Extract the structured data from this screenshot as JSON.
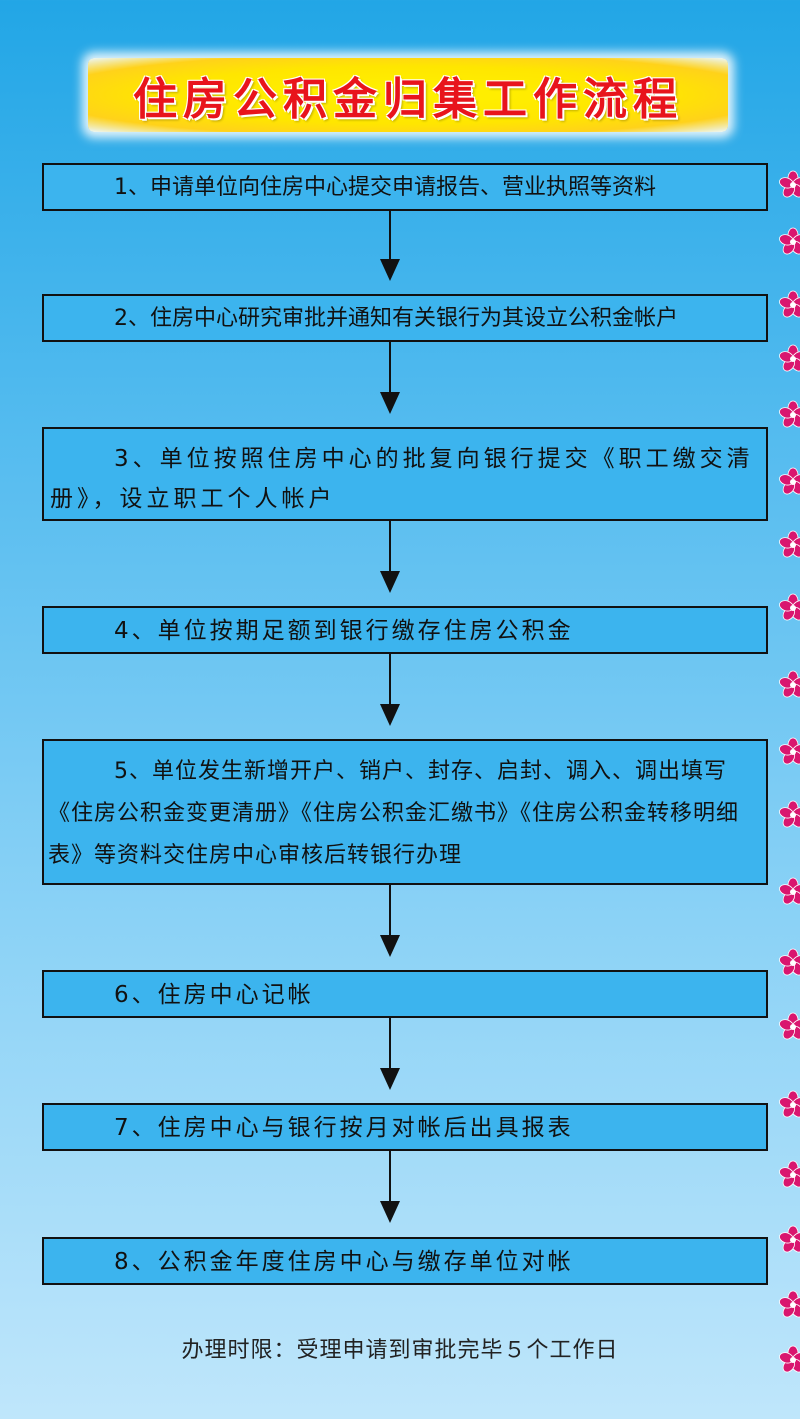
{
  "title": "住房公积金归集工作流程",
  "steps": [
    {
      "text": "1、申请单位向住房中心提交申请报告、营业执照等资料"
    },
    {
      "text": "2、住房中心研究审批并通知有关银行为其设立公积金帐户"
    },
    {
      "text": "3、单位按照住房中心的批复向银行提交《职工缴交清册》，设立职工个人帐户"
    },
    {
      "text": "4、单位按期足额到银行缴存住房公积金"
    },
    {
      "text": "5、单位发生新增开户、销户、封存、启封、调入、调出填写《住房公积金变更清册》《住房公积金汇缴书》《住房公积金转移明细表》等资料交住房中心审核后转银行办理"
    },
    {
      "text": "6、住房中心记帐"
    },
    {
      "text": "7、住房中心与银行按月对帐后出具报表"
    },
    {
      "text": "8、公积金年度住房中心与缴存单位对帐"
    }
  ],
  "footer": "办理时限：受理申请到审批完毕５个工作日",
  "colors": {
    "title_text": "#e8141c",
    "title_banner": "#ffe600",
    "box_fill": "#3cb4ee",
    "box_border": "#111111",
    "flower": "#d9166f"
  },
  "decorations": {
    "flower_icon": "pink-flower-icon"
  }
}
